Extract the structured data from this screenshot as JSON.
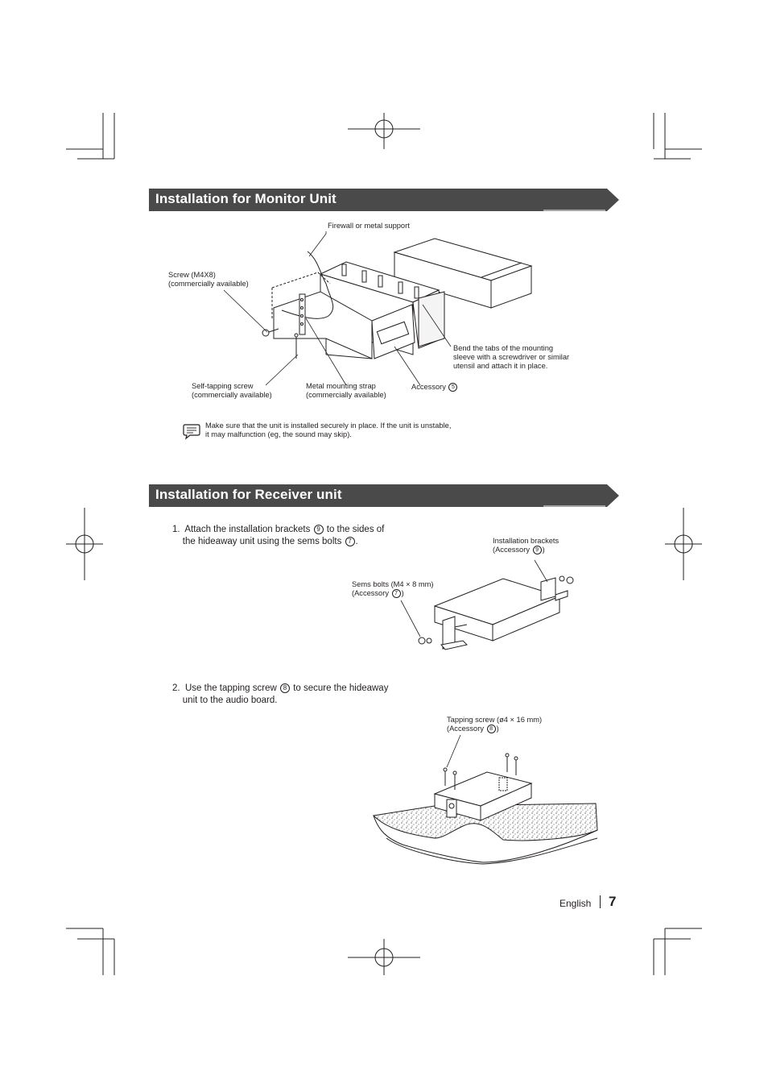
{
  "sections": [
    {
      "title": "Installation for Monitor Unit"
    },
    {
      "title": "Installation for Receiver unit"
    }
  ],
  "monitor": {
    "labels": {
      "firewall": "Firewall or metal support",
      "screw_line1": "Screw (M4X8)",
      "screw_line2": "(commercially available)",
      "bend_line1": "Bend the tabs of the mounting",
      "bend_line2": "sleeve with a screwdriver or similar",
      "bend_line3": "utensil and attach it in place.",
      "selftap_line1": "Self-tapping screw",
      "selftap_line2": "(commercially available)",
      "strap_line1": "Metal mounting strap",
      "strap_line2": "(commercially available)",
      "accessory_text": "Accessory",
      "accessory_num": "5"
    },
    "note_line1": "Make sure that the unit is installed securely in place. If the unit is unstable,",
    "note_line2": "it may malfunction (eg, the sound may skip)."
  },
  "receiver": {
    "step1": {
      "num": "1.",
      "line1_a": "Attach the installation brackets",
      "line1_circ": "9",
      "line1_b": "to the sides of",
      "line2_a": "the hideaway unit using the sems bolts",
      "line2_circ": "7",
      "line2_b": "."
    },
    "step2": {
      "num": "2.",
      "line1_a": "Use the tapping screw",
      "line1_circ": "8",
      "line1_b": "to secure the hideaway",
      "line2": "unit to the audio board."
    },
    "labels": {
      "brackets_line1": "Installation brackets",
      "brackets_line2_a": "(Accessory",
      "brackets_circ": "9",
      "sems_line1": "Sems bolts (M4 × 8 mm)",
      "sems_line2_a": "(Accessory",
      "sems_circ": "7",
      "tapping_line1": "Tapping screw (ø4 × 16 mm)",
      "tapping_line2_a": "(Accessory",
      "tapping_circ": "8",
      "close_paren": ")"
    }
  },
  "footer": {
    "language": "English",
    "page": "7"
  },
  "colors": {
    "banner": "#4a4a4a",
    "ink": "#231f20"
  }
}
